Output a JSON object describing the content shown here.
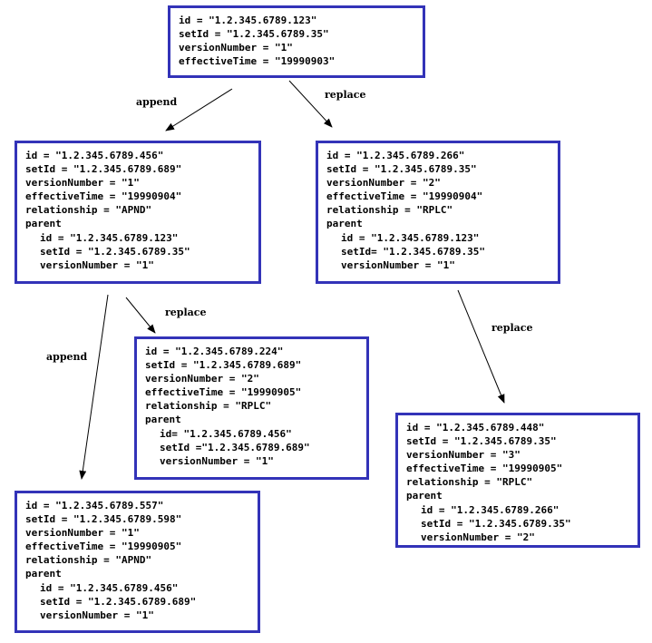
{
  "diagram": {
    "colors": {
      "box_border": "#3333b8",
      "text": "#000000",
      "arrow": "#000000"
    },
    "nodes": [
      {
        "id": "root",
        "lines": [
          "id = \"1.2.345.6789.123\"",
          "setId = \"1.2.345.6789.35\"",
          "versionNumber = \"1\"",
          "effectiveTime = \"19990903\""
        ],
        "parent_lines": []
      },
      {
        "id": "append-1",
        "lines": [
          "id = \"1.2.345.6789.456\"",
          "setId = \"1.2.345.6789.689\"",
          "versionNumber = \"1\"",
          "effectiveTime = \"19990904\"",
          "relationship = \"APND\"",
          "parent"
        ],
        "parent_lines": [
          "id = \"1.2.345.6789.123\"",
          "setId = \"1.2.345.6789.35\"",
          "versionNumber = \"1\""
        ]
      },
      {
        "id": "replace-1",
        "lines": [
          "id = \"1.2.345.6789.266\"",
          "setId = \"1.2.345.6789.35\"",
          "versionNumber = \"2\"",
          "effectiveTime = \"19990904\"",
          "relationship = \"RPLC\"",
          "parent"
        ],
        "parent_lines": [
          "id = \"1.2.345.6789.123\"",
          "setId= \"1.2.345.6789.35\"",
          "versionNumber = \"1\""
        ]
      },
      {
        "id": "replace-2",
        "lines": [
          "id = \"1.2.345.6789.224\"",
          "setId = \"1.2.345.6789.689\"",
          "versionNumber = \"2\"",
          "effectiveTime = \"19990905\"",
          "relationship = \"RPLC\"",
          "parent"
        ],
        "parent_lines": [
          "id= \"1.2.345.6789.456\"",
          "setId =\"1.2.345.6789.689\"",
          "versionNumber = \"1\""
        ]
      },
      {
        "id": "replace-3",
        "lines": [
          "id = \"1.2.345.6789.448\"",
          "setId = \"1.2.345.6789.35\"",
          "versionNumber = \"3\"",
          "effectiveTime = \"19990905\"",
          "relationship = \"RPLC\"",
          "parent"
        ],
        "parent_lines": [
          "id = \"1.2.345.6789.266\"",
          "setId = \"1.2.345.6789.35\"",
          "versionNumber = \"2\""
        ]
      },
      {
        "id": "append-2",
        "lines": [
          "id = \"1.2.345.6789.557\"",
          "setId = \"1.2.345.6789.598\"",
          "versionNumber = \"1\"",
          "effectiveTime = \"19990905\"",
          "relationship = \"APND\"",
          "parent"
        ],
        "parent_lines": [
          "id = \"1.2.345.6789.456\"",
          "setId = \"1.2.345.6789.689\"",
          "versionNumber = \"1\""
        ]
      }
    ],
    "edges": [
      {
        "from": "root",
        "to": "append-1",
        "label": "append"
      },
      {
        "from": "root",
        "to": "replace-1",
        "label": "replace"
      },
      {
        "from": "append-1",
        "to": "replace-2",
        "label": "replace"
      },
      {
        "from": "append-1",
        "to": "append-2",
        "label": "append"
      },
      {
        "from": "replace-1",
        "to": "replace-3",
        "label": "replace"
      }
    ]
  }
}
